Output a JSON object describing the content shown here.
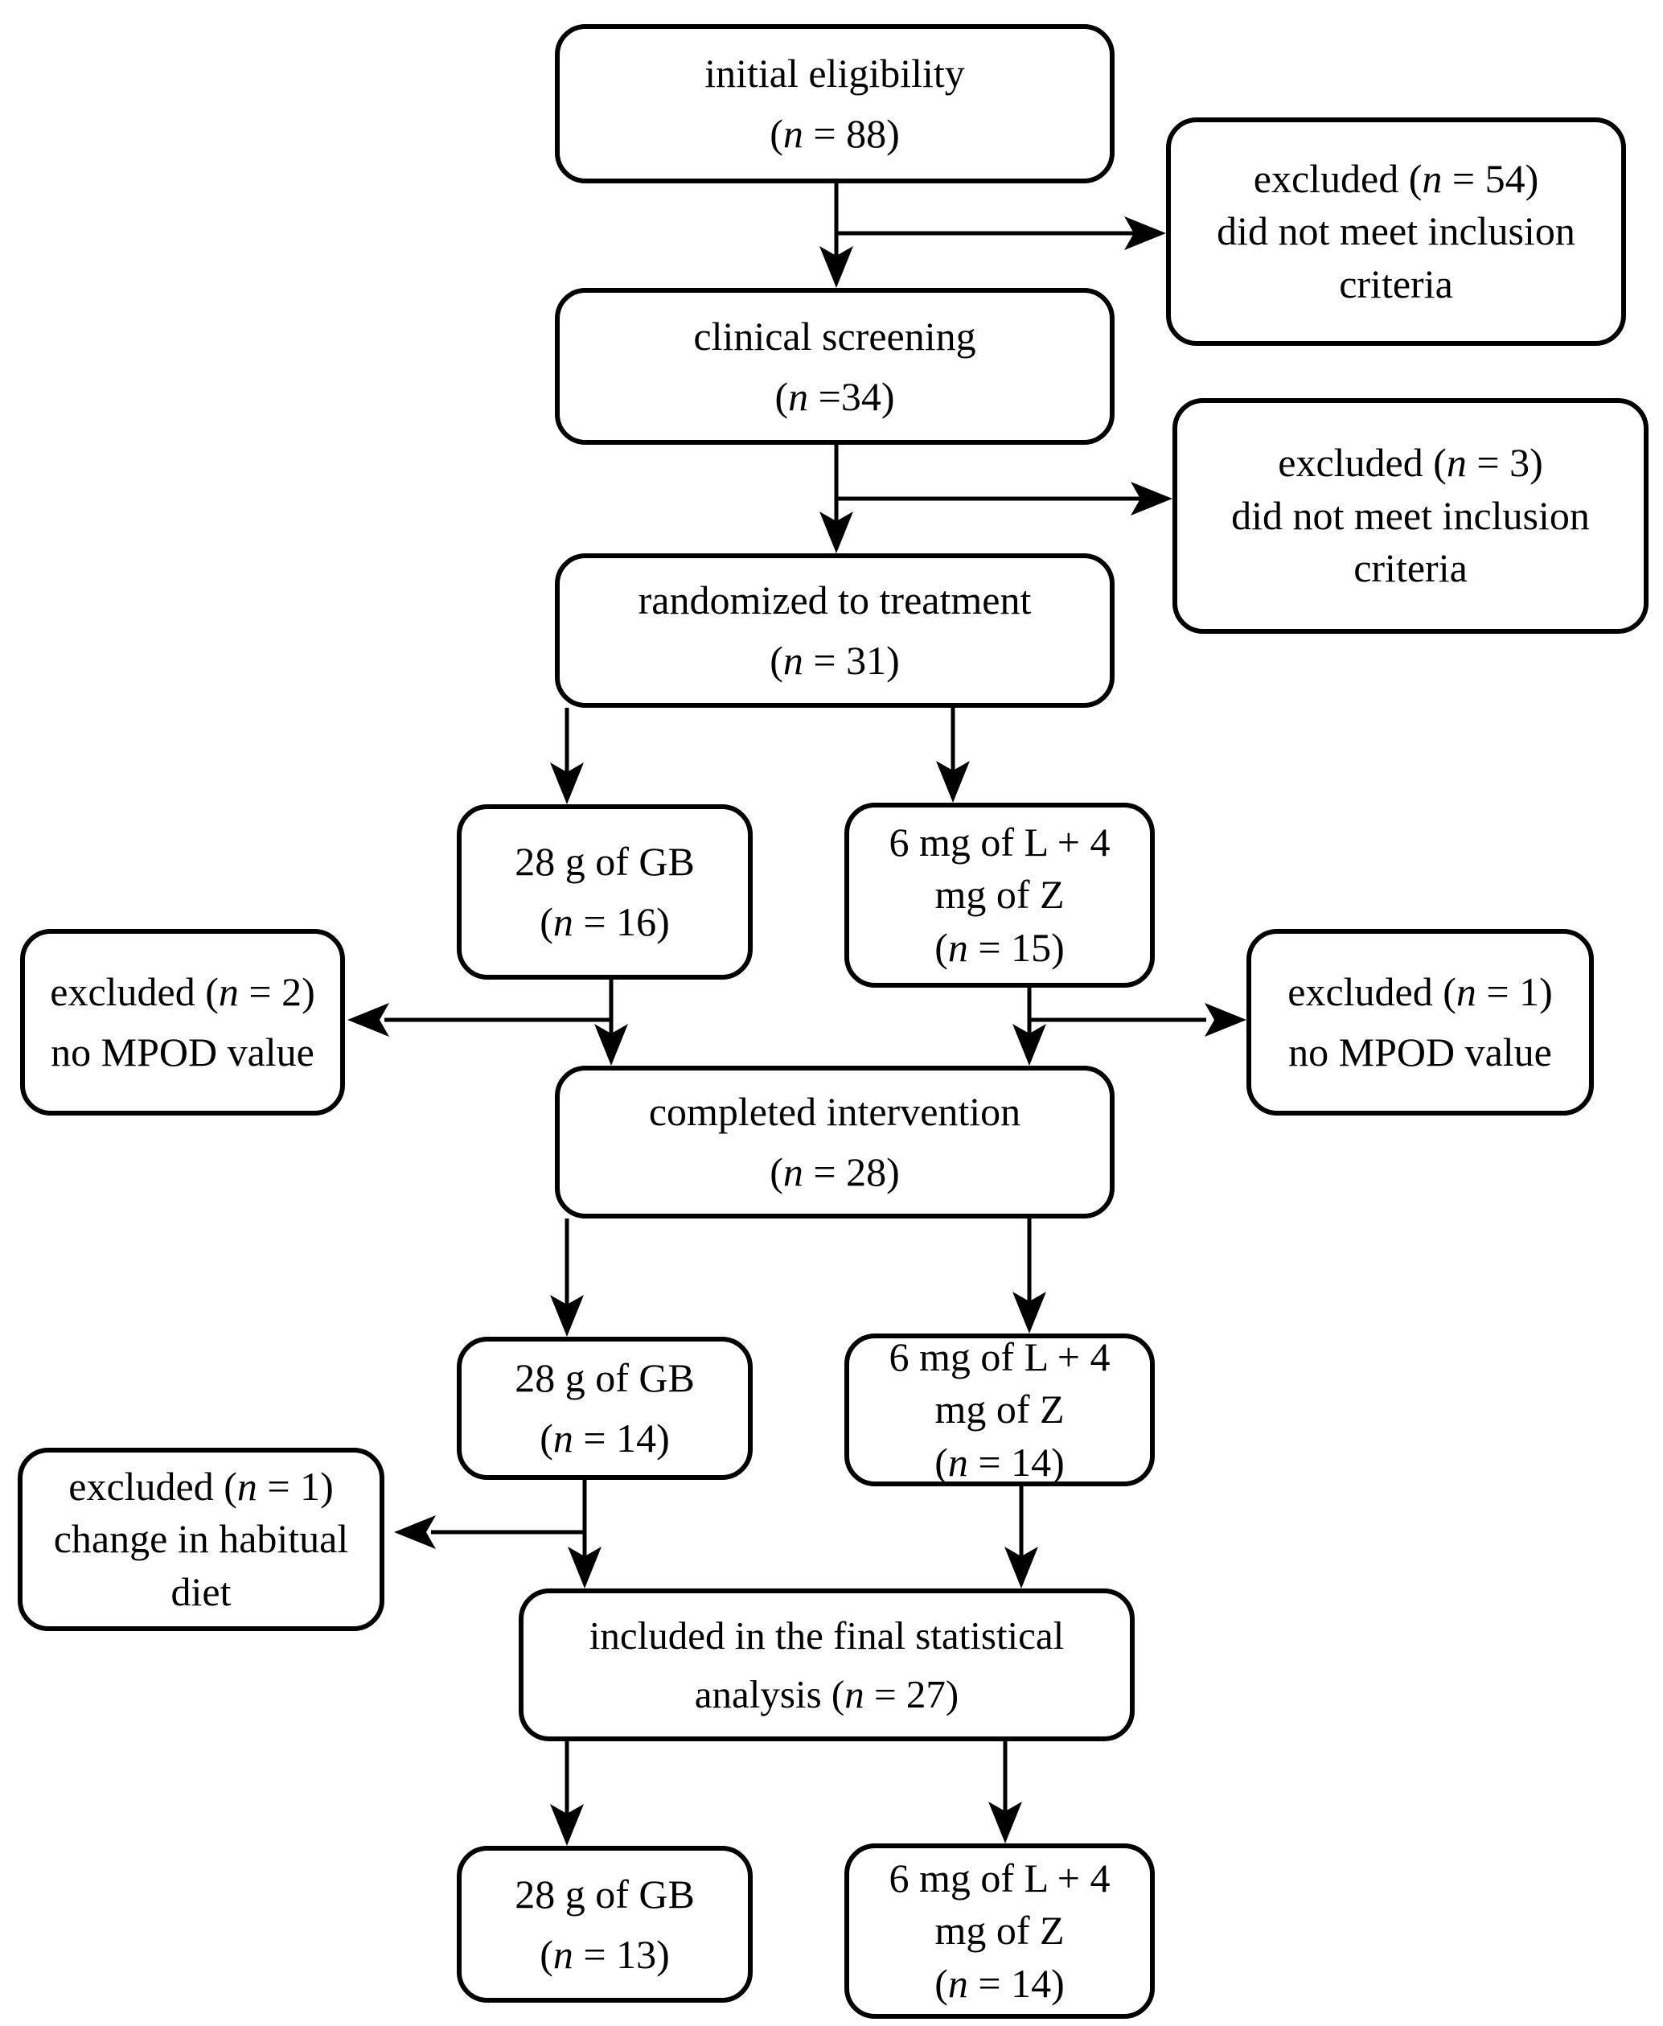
{
  "figure": {
    "nodes": {
      "initial": {
        "lines": [
          "initial eligibility",
          "(n = 88)"
        ]
      },
      "excluded_screening": {
        "lines": [
          "excluded (n = 54)",
          "did not meet inclusion",
          "criteria"
        ]
      },
      "clinical": {
        "lines": [
          "clinical screening",
          "(n =34)"
        ]
      },
      "excluded_randomization": {
        "lines": [
          "excluded (n = 3)",
          "did not meet inclusion",
          "criteria"
        ]
      },
      "randomized": {
        "lines": [
          "randomized to treatment",
          "(n = 31)"
        ]
      },
      "gb_allocated": {
        "lines": [
          "28 g of GB",
          "(n = 16)"
        ]
      },
      "lz_allocated": {
        "lines": [
          "6 mg of L + 4",
          "mg of Z",
          "(n = 15)"
        ]
      },
      "excluded_gb_mpod": {
        "lines": [
          "excluded (n = 2)",
          "no MPOD value"
        ]
      },
      "excluded_lz_mpod": {
        "lines": [
          "excluded (n = 1)",
          "no MPOD value"
        ]
      },
      "completed": {
        "lines": [
          "completed intervention",
          "(n = 28)"
        ]
      },
      "gb_completed": {
        "lines": [
          "28 g of GB",
          "(n = 14)"
        ]
      },
      "lz_completed": {
        "lines": [
          "6 mg of L + 4",
          "mg of Z",
          "(n = 14)"
        ]
      },
      "excluded_diet": {
        "lines": [
          "excluded (n = 1)",
          "change in habitual",
          "diet"
        ]
      },
      "final_analysis": {
        "lines": [
          "included in the final statistical",
          "analysis (n = 27)"
        ]
      },
      "gb_final": {
        "lines": [
          "28 g of GB",
          "(n = 13)"
        ]
      },
      "lz_final": {
        "lines": [
          "6 mg of L + 4",
          "mg of Z",
          "(n = 14)"
        ]
      }
    }
  }
}
